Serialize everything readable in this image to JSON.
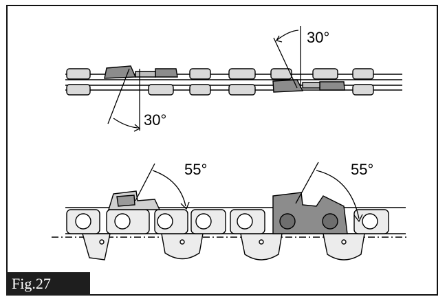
{
  "figure": {
    "label": "Fig.27",
    "top_chain": {
      "angle_left": "30°",
      "angle_right": "30°"
    },
    "side_chain": {
      "angle_left": "55°",
      "angle_right": "55°"
    }
  },
  "colors": {
    "cutter_fill": "#8c8c8c",
    "link_fill": "#d9d9d9",
    "line": "#000000",
    "label_bg": "#1e1e1e"
  }
}
